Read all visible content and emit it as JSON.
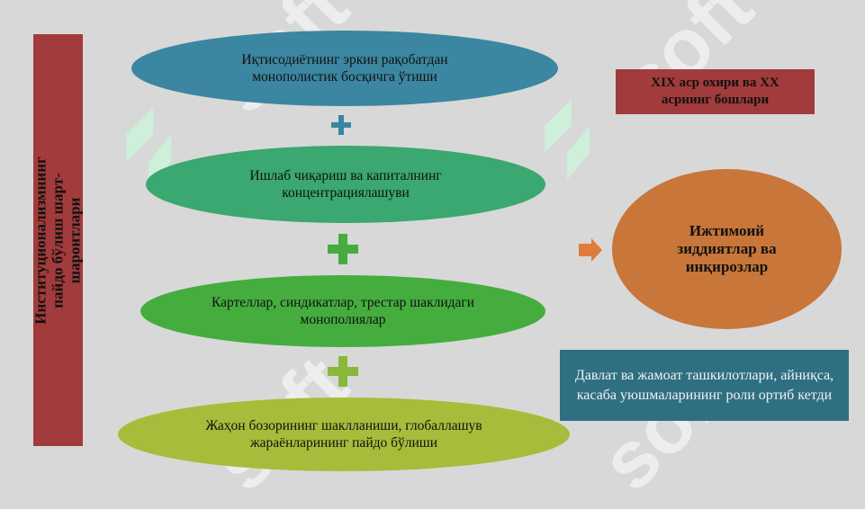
{
  "side_label": "Институционализмнинг пайдо бўлиш шарт-шароитлари",
  "steps": [
    {
      "text": "Иқтисодиётнинг эркин рақобатдан монополистик босқичга ўтиши",
      "color": "#3b86a0"
    },
    {
      "text": "Ишлаб чиқариш ва капиталнинг концентрациялашуви",
      "color": "#3aa870"
    },
    {
      "text": "Картеллар, синдикатлар, трестар шаклидаги монополиялар",
      "color": "#44ad3e"
    },
    {
      "text": "Жаҳон бозорининг шаклланиши, глобаллашув жараёнларининг пайдо бўлиши",
      "color": "#a5bd3a"
    }
  ],
  "plus_colors": [
    "#3b86a0",
    "#44ad3e",
    "#88b83a"
  ],
  "period_label": "XIX аср охири ва XX асрнинг бошлари",
  "result_label": "Ижтимоий зиддиятлар ва инқирозлар",
  "role_label": "Давлат ва жамоат ташкилотлари, айниқса, касаба уюшмаларининг роли ортиб кетди",
  "colors": {
    "side_bar": "#a23b3b",
    "period_box": "#a23b3b",
    "result_ellipse": "#c8763a",
    "role_box": "#2f6f82",
    "arrow": "#e07b39",
    "background": "#d8d8d8"
  }
}
